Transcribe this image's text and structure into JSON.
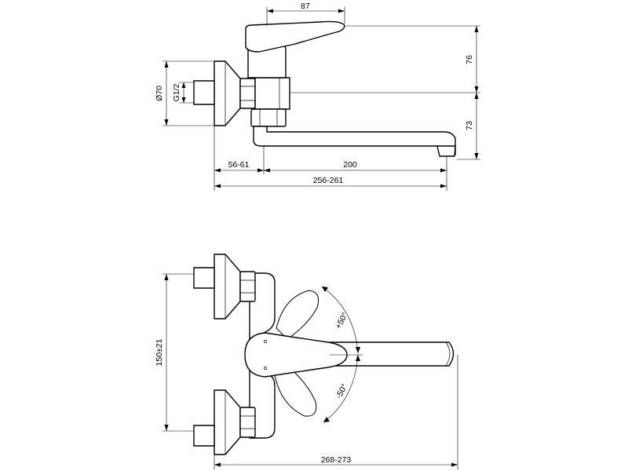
{
  "dimensions": {
    "top_width_87": "87",
    "top_height_76": "76",
    "top_height_73": "73",
    "top_dia_70": "Ø70",
    "top_thread": "G1/2",
    "top_offset_56_61": "56-61",
    "top_spout_200": "200",
    "top_total_256_261": "256-261",
    "bottom_center_distance": "150±21",
    "bottom_total_268_273": "268-273",
    "bottom_angle_plus": "+50°",
    "bottom_angle_minus": "-50°"
  }
}
